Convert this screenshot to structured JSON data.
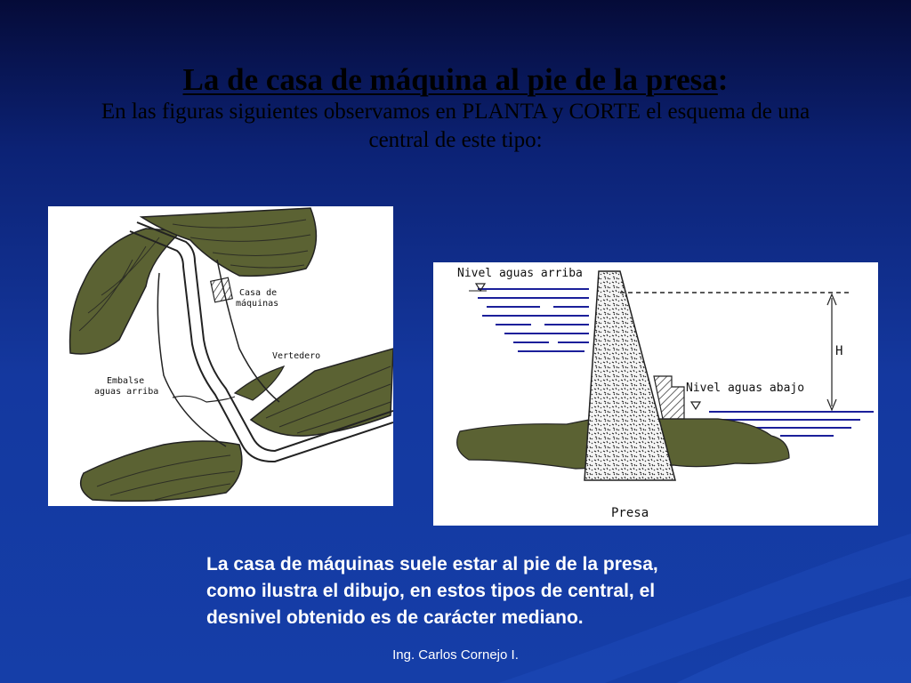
{
  "slide": {
    "title": "La de casa de máquina al pie de la presa",
    "title_colon": ":",
    "subtitle_line1": "En las figuras siguientes observamos en PLANTA y CORTE el esquema de una",
    "subtitle_line2": "central de este tipo:",
    "body_line1": "La casa de máquinas suele estar al pie de la presa,",
    "body_line2": "como ilustra el dibujo, en estos tipos de central, el",
    "body_line3": "desnivel obtenido es de carácter mediano.",
    "footer": "Ing. Carlos Cornejo I."
  },
  "plan_figure": {
    "label_casa_1": "Casa de",
    "label_casa_2": "máquinas",
    "label_vertedero": "Vertedero",
    "label_embalse_1": "Embalse",
    "label_embalse_2": "aguas arriba"
  },
  "section_figure": {
    "label_nivel_arriba": "Nivel aguas arriba",
    "label_nivel_abajo": "Nivel aguas abajo",
    "label_h": "H",
    "label_presa": "Presa"
  },
  "colors": {
    "terrain": "#5b6233",
    "water_lines": "#1b1f9a",
    "background_top": "#050b38",
    "background_bottom": "#153ea8"
  }
}
